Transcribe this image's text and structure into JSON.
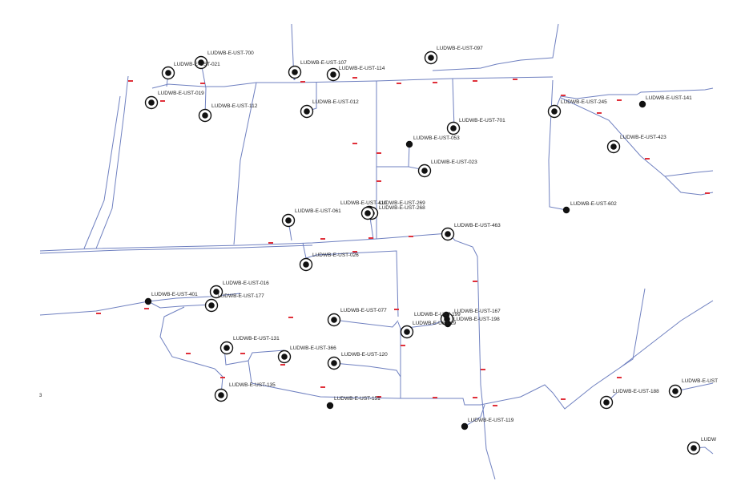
{
  "map": {
    "corner_text": "3",
    "colors": {
      "pipe": "#6f80c0",
      "length_label": "#e0303a",
      "marker": "#111111",
      "background": "#ffffff"
    },
    "stations": [
      {
        "id": "LUDWB-E-UST-700",
        "marker": "ring"
      },
      {
        "id": "LUDWB-E-UST-021",
        "marker": "ring"
      },
      {
        "id": "LUDWB-E-UST-019",
        "marker": "ring"
      },
      {
        "id": "LUDWB-E-UST-112",
        "marker": "ring"
      },
      {
        "id": "LUDWB-E-UST-107",
        "marker": "ring"
      },
      {
        "id": "LUDWB-E-UST-114",
        "marker": "ring"
      },
      {
        "id": "LUDWB-E-UST-012",
        "marker": "ring"
      },
      {
        "id": "LUDWB-E-UST-097",
        "marker": "ring"
      },
      {
        "id": "LUDWB-E-UST-701",
        "marker": "ring"
      },
      {
        "id": "LUDWB-E-UST-053",
        "marker": "dot"
      },
      {
        "id": "LUDWB-E-UST-023",
        "marker": "ring"
      },
      {
        "id": "LUDWB-E-UST-245",
        "marker": "ring"
      },
      {
        "id": "LUDWB-E-UST-141",
        "marker": "dot"
      },
      {
        "id": "LUDWB-E-UST-423",
        "marker": "ring"
      },
      {
        "id": "LUDWB-E-UST-602",
        "marker": "dot"
      },
      {
        "id": "LUDWB-E-UST-410",
        "marker": "ring"
      },
      {
        "id": "LUDWB-E-UST-269",
        "marker": "ring"
      },
      {
        "id": "LUDWB-E-UST-268",
        "marker": "ring"
      },
      {
        "id": "LUDWB-E-UST-061",
        "marker": "ring"
      },
      {
        "id": "LUDWB-E-UST-463",
        "marker": "ring"
      },
      {
        "id": "LUDWB-E-UST-026",
        "marker": "ring"
      },
      {
        "id": "LUDWB-E-UST-016",
        "marker": "ring"
      },
      {
        "id": "LUDWB-E-UST-401",
        "marker": "dot"
      },
      {
        "id": "LUDWB-E-UST-177",
        "marker": "ring"
      },
      {
        "id": "LUDWB-E-UST-077",
        "marker": "ring"
      },
      {
        "id": "LUDWB-E-UST-167",
        "marker": "ring"
      },
      {
        "id": "LUDWB-E-UST-199",
        "marker": "dot"
      },
      {
        "id": "LUDWB-E-UST-198",
        "marker": "dot"
      },
      {
        "id": "LUDWB-E-UST-19",
        "marker": "ring"
      },
      {
        "id": "LUDWB-E-UST-131",
        "marker": "ring"
      },
      {
        "id": "LUDWB-E-UST-366",
        "marker": "ring"
      },
      {
        "id": "LUDWB-E-UST-120",
        "marker": "ring"
      },
      {
        "id": "LUDWB-E-UST-135",
        "marker": "ring"
      },
      {
        "id": "LUDWB-E-UST-151",
        "marker": "dot"
      },
      {
        "id": "LUDWB-E-UST-119",
        "marker": "dot"
      },
      {
        "id": "LUDWB-E-UST-188",
        "marker": "ring"
      },
      {
        "id": "LUDWB-E-UST",
        "marker": "ring"
      },
      {
        "id": "LUDW",
        "marker": "ring"
      }
    ]
  }
}
